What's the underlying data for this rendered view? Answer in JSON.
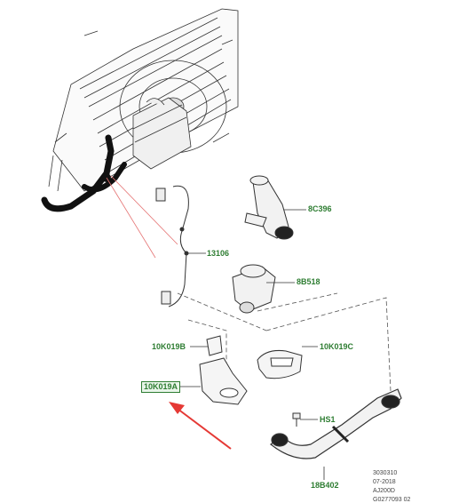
{
  "parts": {
    "p8C396": "8C396",
    "p13106": "13106",
    "p8B518": "8B518",
    "p10K019B": "10K019B",
    "p10K019C": "10K019C",
    "p10K019A": "10K019A",
    "pHS1": "HS1",
    "p18B402": "18B402"
  },
  "reference": {
    "code": "3030310",
    "date": "07-2018",
    "model": "AJ200D",
    "image_code": "G0277093 02"
  },
  "colors": {
    "label_green": "#2e7d32",
    "highlight_fill": "#e8f5e9",
    "pointer_arrow": "#e53935",
    "leader_red": "#e57373"
  },
  "highlighted_part": "10K019A"
}
